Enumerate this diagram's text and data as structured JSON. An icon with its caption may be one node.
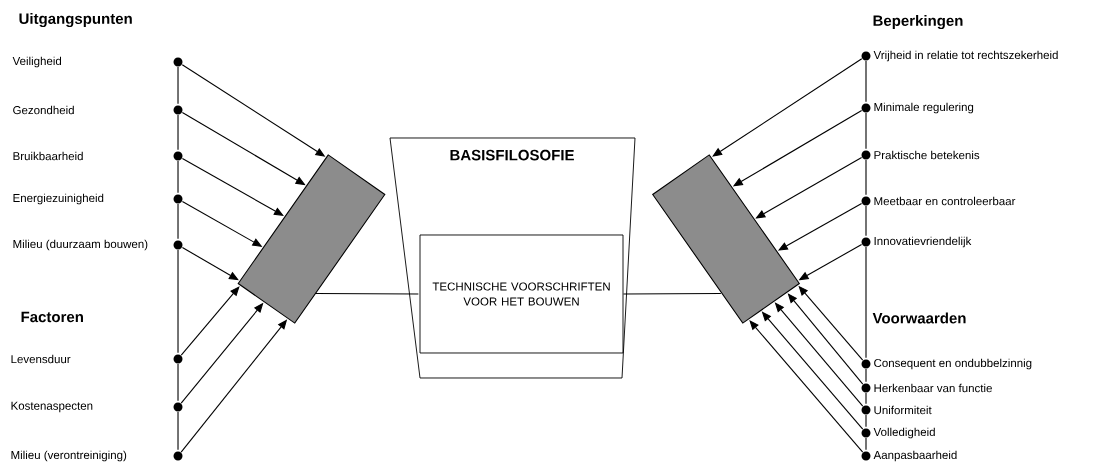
{
  "diagram": {
    "nodes": [
      {
        "text": [],
        "shape": "circle"
      },
      {
        "text": [],
        "shape": "circle"
      },
      {
        "text": [],
        "shape": "circle"
      },
      {
        "text": [],
        "shape": "circle"
      },
      {
        "text": [],
        "shape": "circle"
      },
      {
        "text": [],
        "shape": "circle"
      },
      {
        "text": [],
        "shape": "circle"
      },
      {
        "text": [],
        "shape": "circle"
      },
      {
        "text": [],
        "shape": "box"
      },
      {
        "text": [
          "BASISFILOSOFIE"
        ]
      },
      {
        "text": [
          "TECHNISCHE VOORSCHRIFTEN VOOR HET BOUWEN"
        ],
        "in": 9
      },
      {
        "text": [],
        "shape": "box"
      },
      {
        "text": [],
        "shape": "circle"
      },
      {
        "text": [],
        "shape": "circle"
      },
      {
        "text": [],
        "shape": "circle"
      },
      {
        "text": [],
        "shape": "circle"
      },
      {
        "text": [],
        "shape": "circle"
      },
      {
        "text": [],
        "shape": "circle"
      },
      {
        "text": [],
        "shape": "circle"
      },
      {
        "text": [],
        "shape": "circle"
      },
      {
        "text": [],
        "shape": "circle"
      },
      {
        "text": [],
        "shape": "circle"
      }
    ],
    "edges": [
      {
        "from": 0,
        "to": 1,
        "arrow": "none"
      },
      {
        "from": 1,
        "to": 2,
        "arrow": "none"
      },
      {
        "from": 2,
        "to": 3,
        "arrow": "none"
      },
      {
        "from": 3,
        "to": 4,
        "arrow": "none"
      },
      {
        "from": 4,
        "to": 5,
        "arrow": "none"
      },
      {
        "from": 5,
        "to": 6,
        "arrow": "none"
      },
      {
        "from": 6,
        "to": 7,
        "arrow": "none"
      },
      {
        "from": 0,
        "to": 8,
        "arrow": "to"
      },
      {
        "from": 1,
        "to": 8,
        "arrow": "to"
      },
      {
        "from": 2,
        "to": 8,
        "arrow": "to"
      },
      {
        "from": 3,
        "to": 8,
        "arrow": "to"
      },
      {
        "from": 4,
        "to": 8,
        "arrow": "to"
      },
      {
        "from": 5,
        "to": 8,
        "arrow": "to"
      },
      {
        "from": 6,
        "to": 8,
        "arrow": "to"
      },
      {
        "from": 7,
        "to": 8,
        "arrow": "to"
      },
      {
        "from": 8,
        "to": 10,
        "arrow": "none"
      },
      {
        "from": 10,
        "to": 11,
        "arrow": "none"
      },
      {
        "from": 12,
        "to": 13,
        "arrow": "none"
      },
      {
        "from": 13,
        "to": 14,
        "arrow": "none"
      },
      {
        "from": 14,
        "to": 15,
        "arrow": "none"
      },
      {
        "from": 15,
        "to": 16,
        "arrow": "none"
      },
      {
        "from": 16,
        "to": 17,
        "arrow": "none"
      },
      {
        "from": 17,
        "to": 18,
        "arrow": "none"
      },
      {
        "from": 18,
        "to": 19,
        "arrow": "none"
      },
      {
        "from": 19,
        "to": 20,
        "arrow": "none"
      },
      {
        "from": 20,
        "to": 21,
        "arrow": "none"
      },
      {
        "from": 12,
        "to": 11,
        "arrow": "to"
      },
      {
        "from": 13,
        "to": 11,
        "arrow": "to"
      },
      {
        "from": 14,
        "to": 11,
        "arrow": "to"
      },
      {
        "from": 15,
        "to": 11,
        "arrow": "to"
      },
      {
        "from": 16,
        "to": 11,
        "arrow": "to"
      },
      {
        "from": 17,
        "to": 11,
        "arrow": "to"
      },
      {
        "from": 18,
        "to": 11,
        "arrow": "to"
      },
      {
        "from": 19,
        "to": 11,
        "arrow": "to"
      },
      {
        "from": 20,
        "to": 11,
        "arrow": "to"
      },
      {
        "from": 21,
        "to": 11,
        "arrow": "to"
      }
    ],
    "labels": [
      "Uitgangspunten",
      "Veiligheid",
      "Gezondheid",
      "Bruikbaarheid",
      "Energiezuinigheid",
      "Milieu (duurzaam bouwen)",
      "Factoren",
      "Levensduur",
      "Kostenaspecten",
      "Milieu (verontreiniging)",
      "Beperkingen",
      "Vrijheid in relatie tot rechtszekerheid",
      "Minimale regulering",
      "Praktische betekenis",
      "Meetbaar en controleerbaar",
      "Innovatievriendelijk",
      "Voorwaarden",
      "Consequent en ondubbelzinnig",
      "Herkenbaar van functie",
      "Uniformiteit",
      "Volledigheid",
      "Aanpasbaarheid"
    ]
  }
}
